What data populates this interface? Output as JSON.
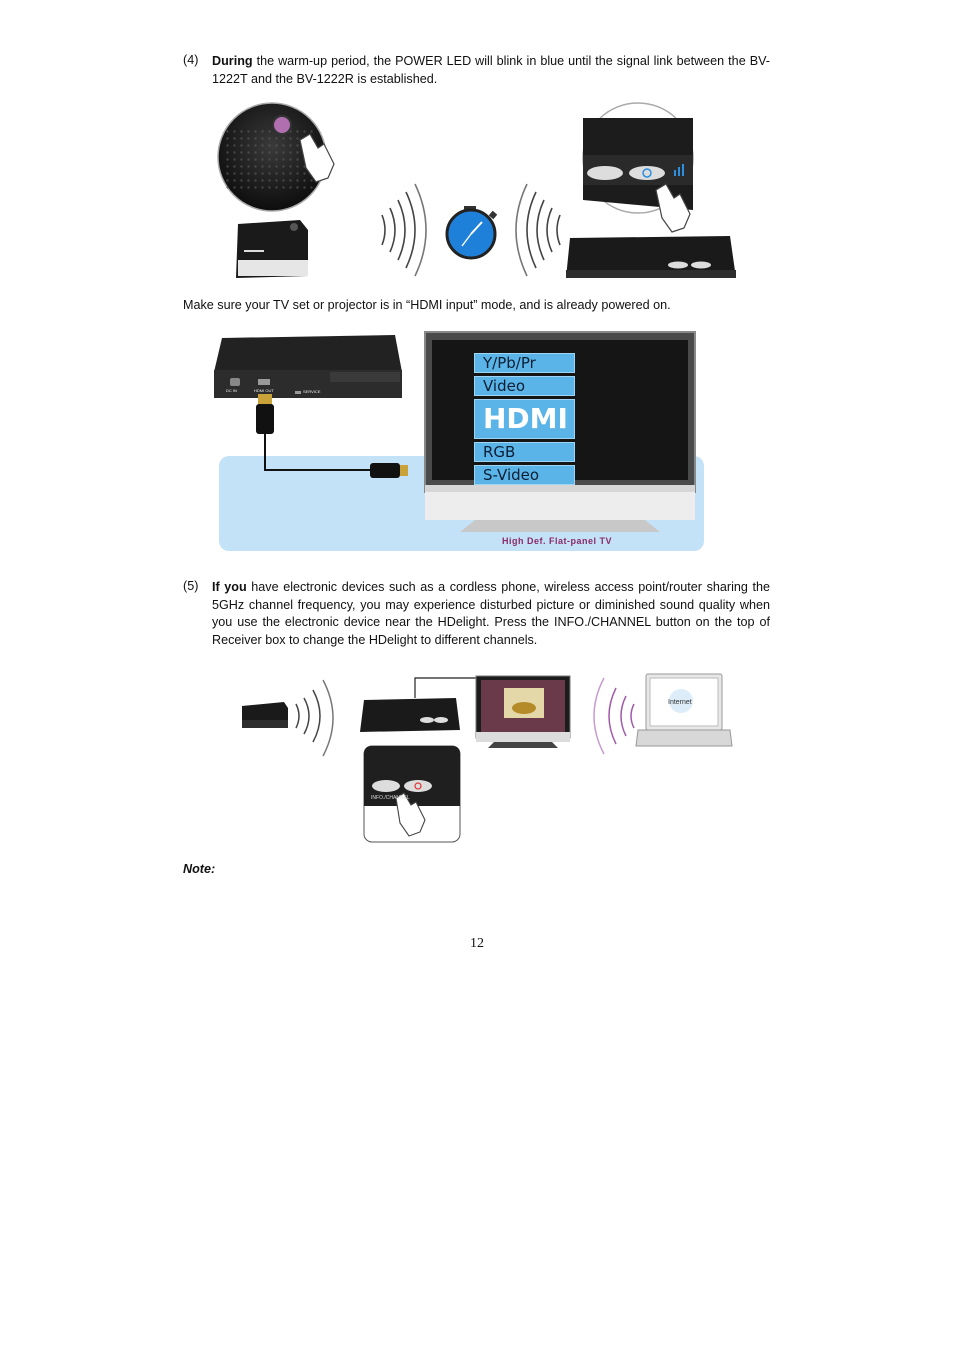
{
  "step4": {
    "number": "(4)",
    "bold": "During",
    "text": " the warm-up period, the POWER LED will blink in blue until the signal link between the BV-1222T and the BV-1222R is established."
  },
  "hdmi_note": "Make sure your TV set or projector is in “HDMI input” mode, and is already powered on.",
  "step5": {
    "number": "(5)",
    "bold": "If you",
    "text": " have electronic devices such as a cordless phone, wireless access point/router sharing the 5GHz channel frequency, you may experience disturbed picture or diminished sound quality when you use the electronic device near the HDelight. Press the INFO./CHANNEL button on the top of Receiver box to change the HDelight to different channels."
  },
  "tv_menu": {
    "items": [
      "Y/Pb/Pr",
      "Video",
      "HDMI",
      "RGB",
      "S-Video"
    ],
    "caption": "High Def. Flat-panel TV"
  },
  "receiver_ports": {
    "dc_in": "DC IN",
    "hdmi_out": "HDMI OUT",
    "service": "SERVICE"
  },
  "info_channel_label": "INFO./CHANNEL",
  "internet_label": "Internet",
  "note_label": "Note:",
  "page_number": "12",
  "colors": {
    "tv_menu_bg": "#5ab4e8",
    "panel_bg": "#c4e2f7",
    "caption": "#8a2b66",
    "led_blue": "#2b8fe0"
  }
}
